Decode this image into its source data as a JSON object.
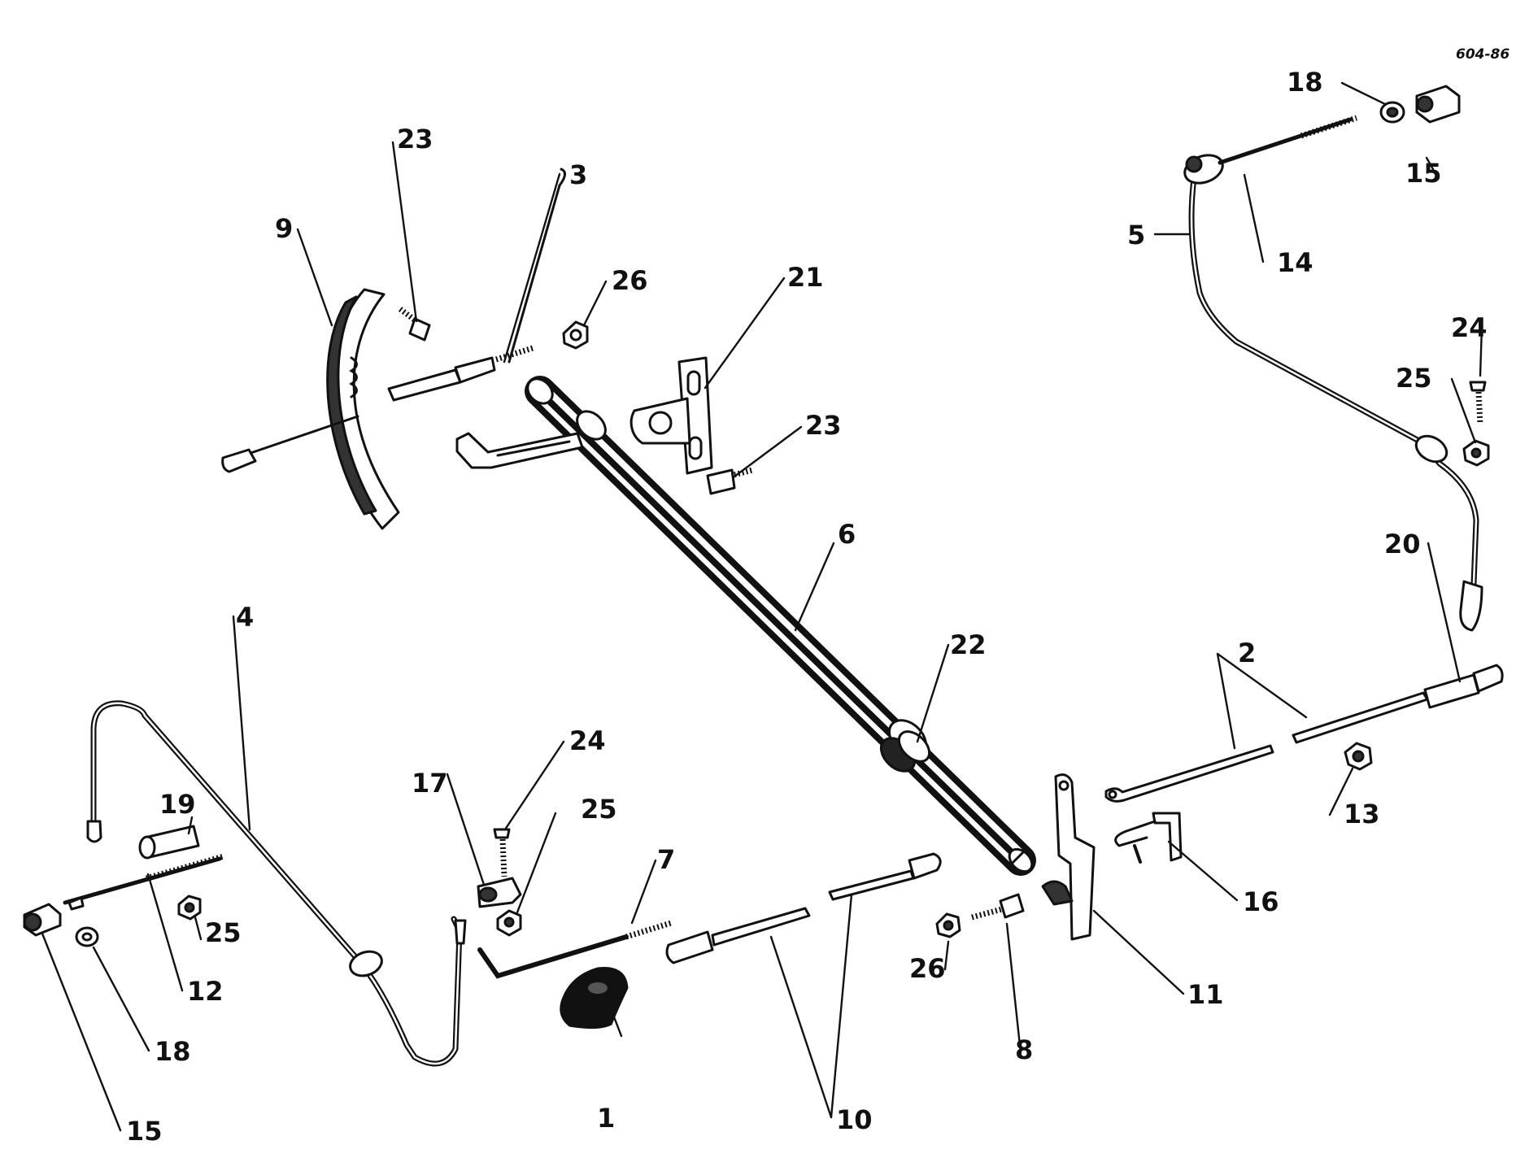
{
  "drawing_code": "604-86",
  "callouts": {
    "c1": "1",
    "c2": "2",
    "c3": "3",
    "c4": "4",
    "c5": "5",
    "c6": "6",
    "c7": "7",
    "c8": "8",
    "c9": "9",
    "c10": "10",
    "c11": "11",
    "c12": "12",
    "c13": "13",
    "c14": "14",
    "c15": "15",
    "c16": "16",
    "c17": "17",
    "c18": "18",
    "c19": "19",
    "c20": "20",
    "c21": "21",
    "c22": "22",
    "c23": "23",
    "c24": "24",
    "c25": "25",
    "c26": "26"
  }
}
